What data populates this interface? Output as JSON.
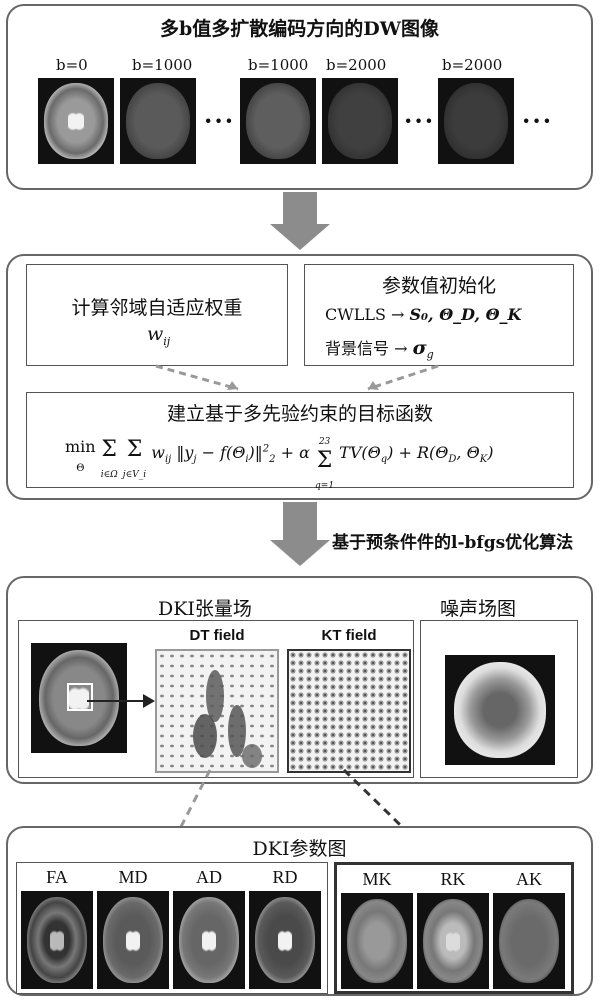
{
  "panel1": {
    "title": "多b值多扩散编码方向的DW图像",
    "b_labels": [
      "b=0",
      "b=1000",
      "b=1000",
      "b=2000",
      "b=2000"
    ],
    "ellipsis": "···"
  },
  "panel2": {
    "weights_title": "计算邻域自适应权重",
    "weights_symbol": "w",
    "weights_sub": "ij",
    "init_title": "参数值初始化",
    "init_line1_left": "CWLLS →",
    "init_line1_right": "S₀, Θ_D, Θ_K",
    "init_line2_left": "背景信号 →",
    "init_line2_right": "σ",
    "init_line2_sub": "g",
    "objective_title": "建立基于多先验约束的目标函数",
    "objective_formula": "min Σ Σ w_ij ‖y_j − f(Θ_i)‖²₂ + α Σ TV(Θ_q) + R(Θ_D, Θ_K)",
    "min_label": "min",
    "min_sub": "Θ",
    "sum1_sub": "i∈Ω",
    "sum2_sub": "j∈V_i",
    "tv_upper": "23",
    "tv_lower": "q=1"
  },
  "optimizer_label": "基于预条件件的l-bfgs优化算法",
  "panel3": {
    "tensor_title": "DKI张量场",
    "dt_title": "DT field",
    "kt_title": "KT field",
    "noise_title": "噪声场图"
  },
  "panel4": {
    "title": "DKI参数图",
    "dti_maps": [
      "FA",
      "MD",
      "AD",
      "RD"
    ],
    "dki_maps": [
      "MK",
      "RK",
      "AK"
    ]
  },
  "colors": {
    "panel_border": "#666666",
    "arrow_gray": "#8c8c8c",
    "dashed_gray": "#999999",
    "dashed_dark": "#333333"
  }
}
